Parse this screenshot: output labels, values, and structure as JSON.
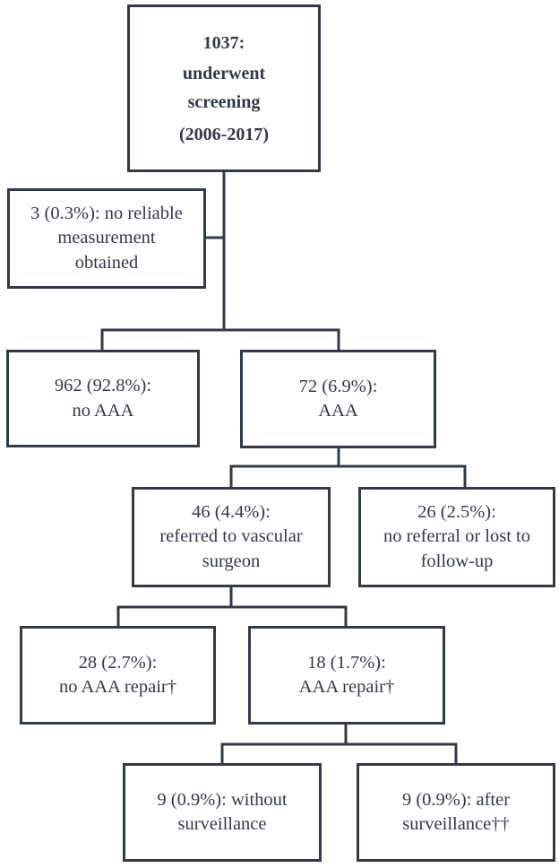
{
  "flowchart": {
    "screening": [
      "1037:",
      "underwent",
      "screening",
      "(2006-2017)"
    ],
    "excluded": [
      "3 (0.3%): no reliable",
      "measurement",
      "obtained"
    ],
    "no_aaa": [
      "962 (92.8%):",
      "no AAA"
    ],
    "aaa": [
      "72 (6.9%):",
      "AAA"
    ],
    "referred": [
      "46 (4.4%):",
      "referred to vascular",
      "surgeon"
    ],
    "no_referral": [
      "26 (2.5%):",
      "no referral or lost to",
      "follow-up"
    ],
    "no_repair": [
      "28 (2.7%):",
      "no AAA repair†"
    ],
    "repair": [
      "18 (1.7%):",
      "AAA repair†"
    ],
    "without_surveillance": [
      "9 (0.9%): without",
      "surveillance"
    ],
    "after_surveillance": [
      "9 (0.9%): after",
      "surveillance††"
    ]
  }
}
